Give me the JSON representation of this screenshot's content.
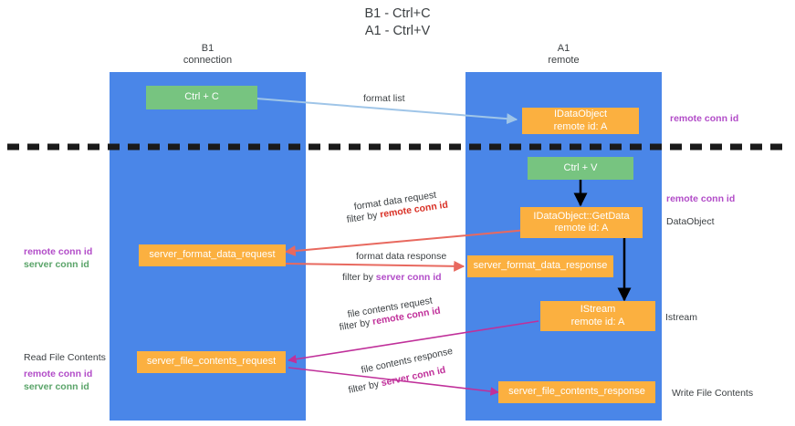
{
  "title": "B1 - Ctrl+C\nA1 - Ctrl+V",
  "lanes": [
    {
      "name": "lane-b1",
      "header": "B1\nconnection",
      "color": "#4a86e8"
    },
    {
      "name": "lane-a1",
      "header": "A1\nremote",
      "color": "#4a86e8"
    }
  ],
  "nodes": {
    "ctrl_c": "Ctrl + C",
    "idataobject": "IDataObject\nremote id: A",
    "ctrl_v": "Ctrl + V",
    "getdata": "IDataObject::GetData\nremote id: A",
    "server_format_data_request": "server_format_data_request",
    "server_format_data_response": "server_format_data_response",
    "istream": "IStream\nremote id: A",
    "server_file_contents_request": "server_file_contents_request",
    "server_file_contents_response": "server_file_contents_response"
  },
  "edges": {
    "format_list": "format list",
    "format_data_request": "format data request",
    "format_data_request_filter_prefix": "filter by ",
    "format_data_request_filter_key": "remote conn id",
    "format_data_response": "format data response",
    "format_data_response_filter_prefix": "filter by ",
    "format_data_response_filter_key": "server conn id",
    "file_contents_request": "file contents request",
    "file_contents_request_filter_prefix": "filter by ",
    "file_contents_request_filter_key": "remote conn id",
    "file_contents_response": "file contents response",
    "file_contents_response_filter_prefix": "filter by ",
    "file_contents_response_filter_key": "server conn id"
  },
  "annotations": {
    "right_remote_conn_id_top": "remote conn id",
    "right_remote_conn_id_mid": "remote conn id",
    "right_dataobject": "DataObject",
    "right_istream": "Istream",
    "right_write_file_contents": "Write File Contents",
    "left_remote_conn_id_1": "remote conn id",
    "left_server_conn_id_1": "server conn id",
    "left_read_file_contents": "Read File Contents",
    "left_remote_conn_id_2": "remote conn id",
    "left_server_conn_id_2": "server conn id"
  },
  "colors": {
    "lane": "#4a86e8",
    "node_green": "#77c480",
    "node_orange": "#fbb040",
    "arrow_blue": "#9fc5e8",
    "arrow_red": "#e8695f",
    "arrow_magenta": "#c0309a",
    "arrow_black": "#000000",
    "divider": "#1a1a1a",
    "text": "#3c4043",
    "purple": "#b24cc8",
    "green_text": "#5aa469"
  }
}
